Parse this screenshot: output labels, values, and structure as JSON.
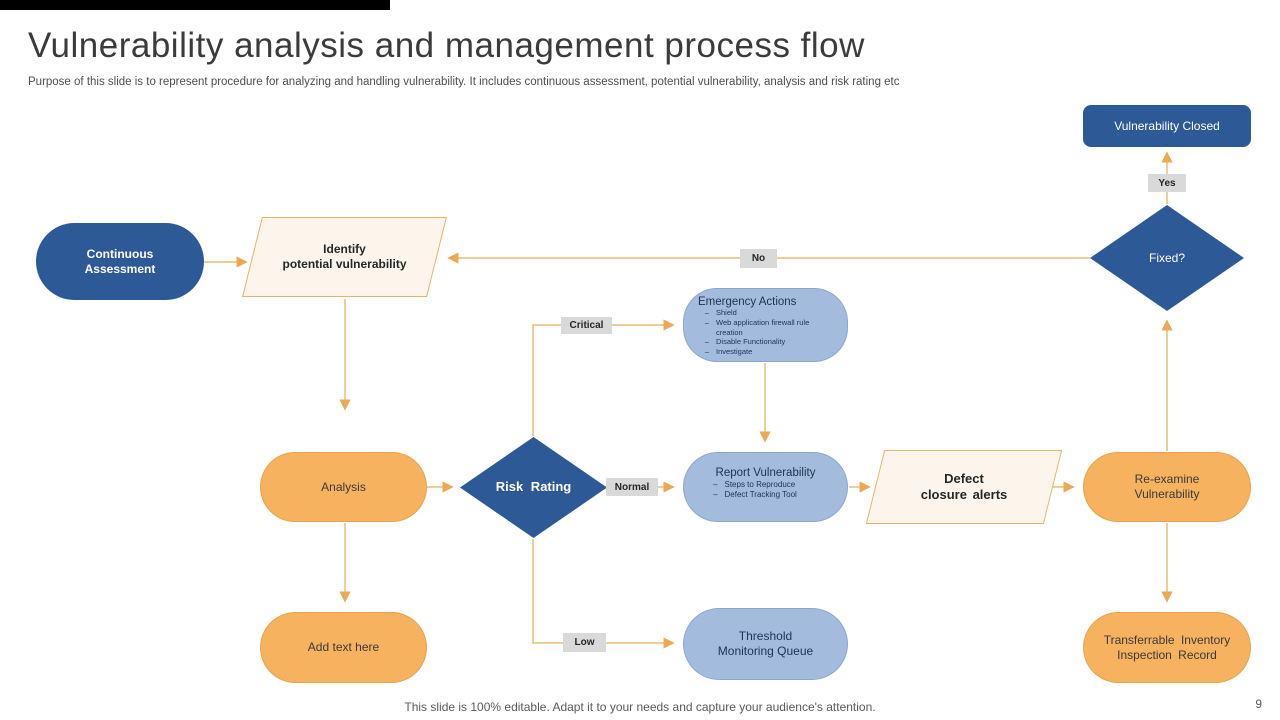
{
  "slide": {
    "title": "Vulnerability analysis and management process flow",
    "subtitle": "Purpose of this slide is to represent procedure for analyzing and handling vulnerability. It includes continuous assessment, potential vulnerability, analysis and risk rating etc",
    "footer": "This slide is 100% editable. Adapt it to your needs and capture your audience's attention.",
    "page_number": "9"
  },
  "colors": {
    "dark_blue": "#2d5996",
    "light_blue": "#a3bcde",
    "orange": "#f6b25e",
    "cream": "#fdf5eb",
    "connector_line": "#e9be77",
    "arrowhead": "#eba954",
    "label_grey": "#d9d9d9"
  },
  "chars": {
    "dash": "–"
  },
  "nodes": {
    "continuous_assessment": {
      "label": "Continuous\nAssessment"
    },
    "identify_potential": {
      "label": "Identify\npotential vulnerability"
    },
    "emergency_actions": {
      "title": "Emergency Actions",
      "bullets": [
        "Shield",
        "Web application firewall rule creation",
        "Disable Functionality",
        "Investigate"
      ]
    },
    "analysis": {
      "label": "Analysis"
    },
    "risk_rating": {
      "label": "Risk Rating"
    },
    "report_vulnerability": {
      "title": "Report Vulnerability",
      "bullets": [
        "Steps to Reproduce",
        "Defect Tracking Tool"
      ]
    },
    "defect_closure": {
      "label": "Defect\nclosure alerts"
    },
    "re_examine": {
      "label": "Re-examine\nVulnerability"
    },
    "threshold_queue": {
      "label": "Threshold\nMonitoring Queue"
    },
    "add_text": {
      "label": "Add text here"
    },
    "transferrable": {
      "label": "Transferrable Inventory\nInspection Record"
    },
    "fixed": {
      "label": "Fixed?"
    },
    "vulnerability_closed": {
      "label": "Vulnerability Closed"
    }
  },
  "edge_labels": {
    "yes": "Yes",
    "no": "No",
    "critical": "Critical",
    "normal": "Normal",
    "low": "Low"
  }
}
